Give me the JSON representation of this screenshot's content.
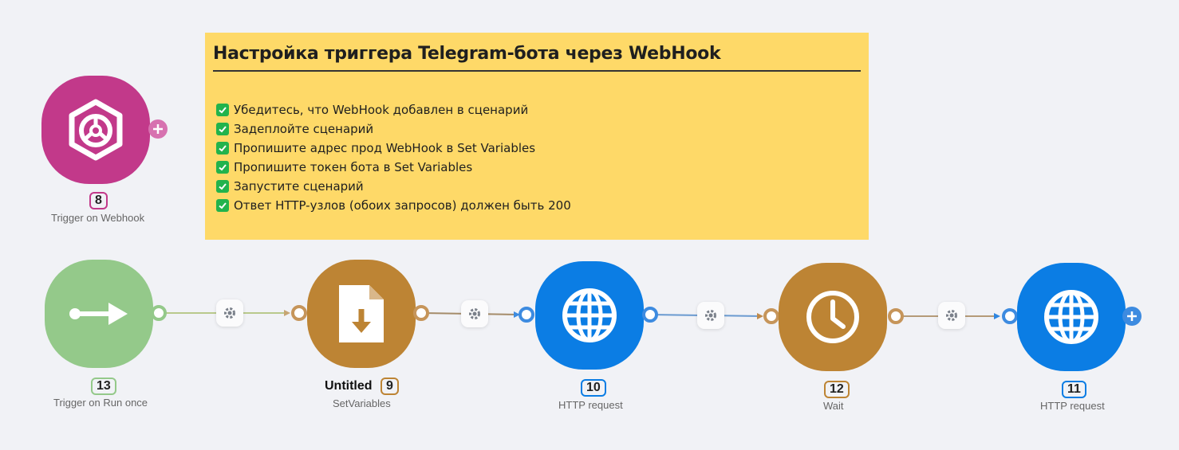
{
  "note": {
    "title": "Настройка триггера Telegram-бота через WebHook",
    "items": [
      "Убедитесь, что WebHook добавлен в сценарий",
      "Задеплойте сценарий",
      "Пропишите адрес прод WebHook в Set Variables",
      "Пропишите токен бота в Set Variables",
      "Запустите сценарий",
      "Ответ HTTP-узлов (обоих запросов) должен быть 200"
    ]
  },
  "nodes": {
    "webhook": {
      "id": "8",
      "caption": "Trigger on Webhook",
      "color": "#c2398a",
      "icon": "webhook-icon"
    },
    "run_once": {
      "id": "13",
      "caption": "Trigger on Run once",
      "color": "#94c98a",
      "icon": "arrow-right-icon"
    },
    "set_vars": {
      "id": "9",
      "title": "Untitled",
      "caption": "SetVariables",
      "color": "#bd8434",
      "icon": "file-download-icon"
    },
    "http1": {
      "id": "10",
      "caption": "HTTP request",
      "color": "#0b7de4",
      "icon": "globe-icon"
    },
    "wait": {
      "id": "12",
      "caption": "Wait",
      "color": "#bd8434",
      "icon": "clock-icon"
    },
    "http2": {
      "id": "11",
      "caption": "HTTP request",
      "color": "#0b7de4",
      "icon": "globe-icon"
    }
  }
}
